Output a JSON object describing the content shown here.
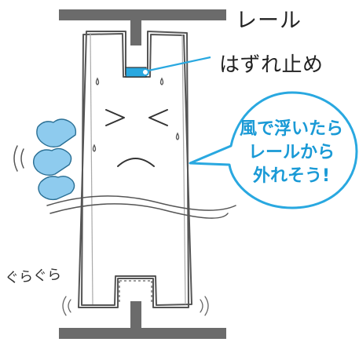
{
  "labels": {
    "rail": "レール",
    "stopper": "はずれ止め",
    "wobble": "ぐらぐら"
  },
  "speech_bubble": {
    "lines": [
      "風で浮いたら",
      "レールから",
      "外れそう!"
    ]
  },
  "colors": {
    "rail": "#6b6b6b",
    "panel_stroke": "#555555",
    "accent": "#29a8e0",
    "wind": "#8ecbee",
    "text": "#222222"
  },
  "icons": [
    "rail-beam",
    "shutter-panel",
    "stopper-block",
    "wind-gusts",
    "worried-face",
    "speech-bubble"
  ]
}
